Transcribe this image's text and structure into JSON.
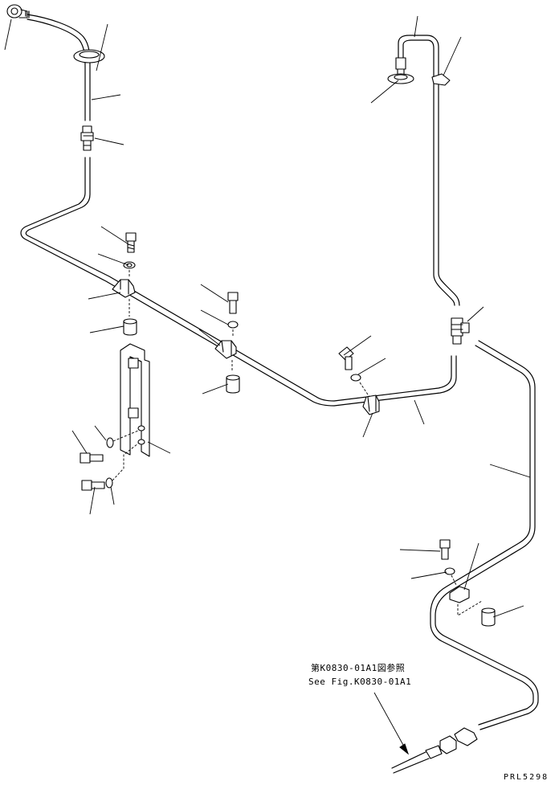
{
  "reference": {
    "japanese": "第K0830-01A1図参照",
    "english": "See Fig.K0830-01A1"
  },
  "drawing_code": "PRL5298"
}
